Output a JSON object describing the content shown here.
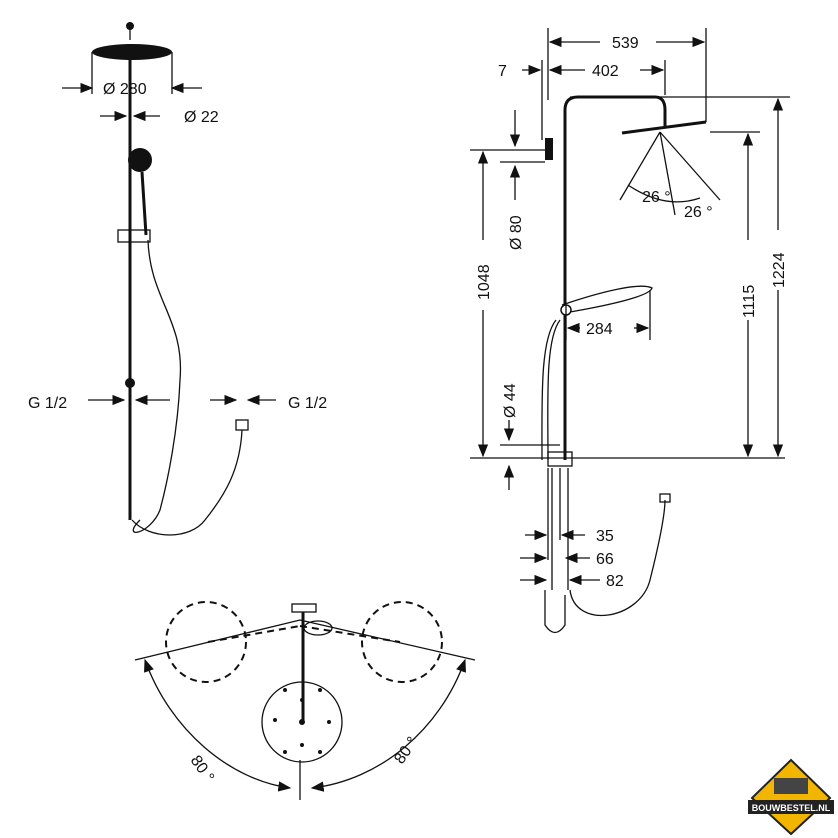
{
  "front_view": {
    "head_diameter": "Ø 280",
    "rail_diameter": "Ø 22",
    "connection_left": "G 1/2",
    "connection_right": "G 1/2"
  },
  "side_view": {
    "arm_total": "539",
    "wall_offset": "7",
    "arm_length": "402",
    "spray_angle_1": "26 °",
    "spray_angle_2": "26 °",
    "hand_shower_diameter": "Ø 80",
    "rail_length": "1048",
    "height_head": "1115",
    "total_height": "1224",
    "hand_shower_length": "284",
    "holder_diameter": "Ø 44",
    "depth_1": "35",
    "depth_2": "66",
    "depth_3": "82"
  },
  "top_view": {
    "swivel_left": "80 °",
    "swivel_right": "80 °"
  },
  "logo": {
    "text": "BOUWBESTEL.NL"
  }
}
